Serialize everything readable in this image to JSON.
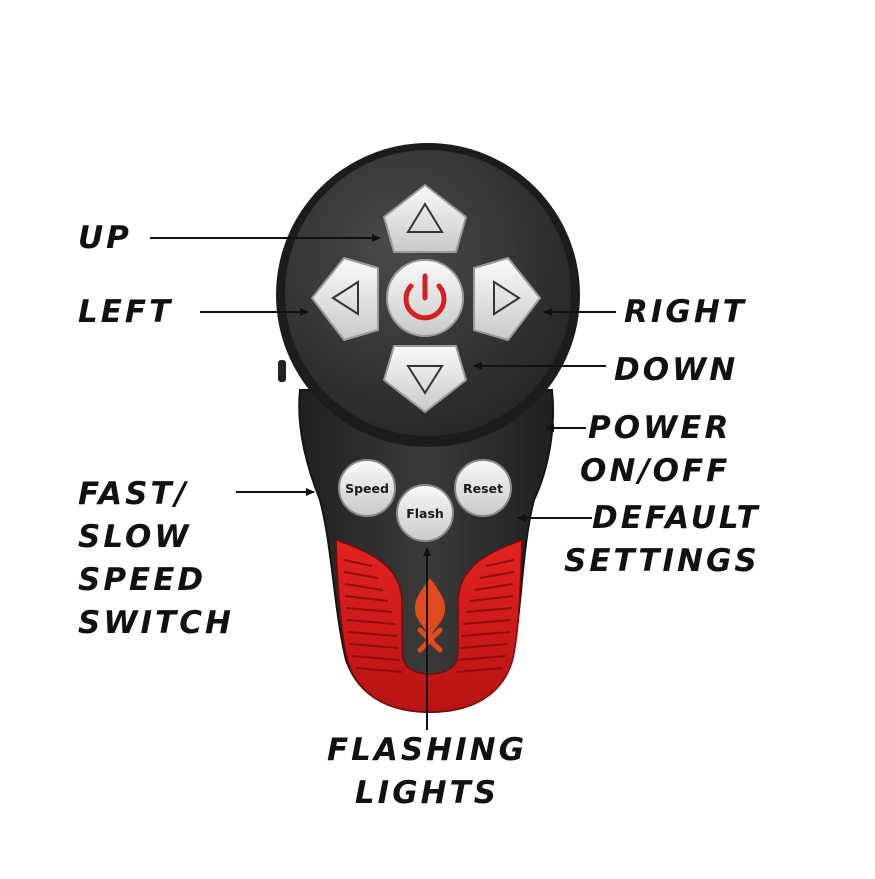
{
  "callouts": {
    "up": "UP",
    "left": "LEFT",
    "right": "RIGHT",
    "down": "DOWN",
    "power": [
      "POWER",
      "ON/OFF"
    ],
    "speed_switch": [
      "FAST/",
      "SLOW",
      "SPEED",
      "SWITCH"
    ],
    "default_settings": [
      "DEFAULT",
      "SETTINGS"
    ],
    "flashing_lights": [
      "FLASHING",
      "LIGHTS"
    ]
  },
  "buttons": {
    "speed": "Speed",
    "flash": "Flash",
    "reset": "Reset"
  },
  "colors": {
    "body": "#2b2b2b",
    "grip": "#d21c1c",
    "power_icon": "#d42020",
    "button": "#e6e6e6",
    "text": "#111111"
  },
  "icons": {
    "power": "power-icon",
    "up": "triangle-up-icon",
    "down": "triangle-down-icon",
    "left": "triangle-left-icon",
    "right": "triangle-right-icon",
    "logo": "flame-logo"
  }
}
